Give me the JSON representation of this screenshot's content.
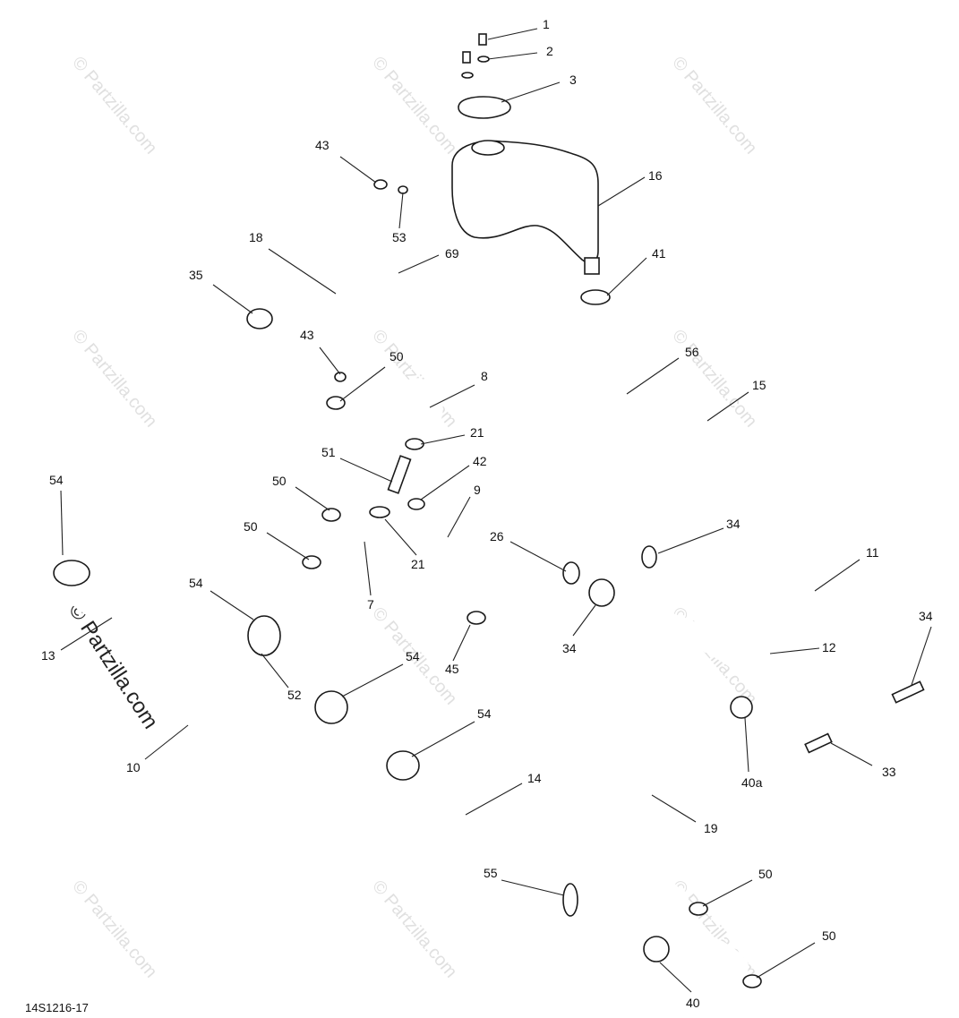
{
  "diagram_code": "14S1216-17",
  "watermark": "© Partzilla.com",
  "callouts": [
    {
      "id": "c1",
      "text": "1"
    },
    {
      "id": "c2",
      "text": "2"
    },
    {
      "id": "c3",
      "text": "3"
    },
    {
      "id": "c16",
      "text": "16"
    },
    {
      "id": "c43a",
      "text": "43"
    },
    {
      "id": "c53",
      "text": "53"
    },
    {
      "id": "c18",
      "text": "18"
    },
    {
      "id": "c69",
      "text": "69"
    },
    {
      "id": "c41",
      "text": "41"
    },
    {
      "id": "c35",
      "text": "35"
    },
    {
      "id": "c43b",
      "text": "43"
    },
    {
      "id": "c50a",
      "text": "50"
    },
    {
      "id": "c8",
      "text": "8"
    },
    {
      "id": "c56",
      "text": "56"
    },
    {
      "id": "c15",
      "text": "15"
    },
    {
      "id": "c21a",
      "text": "21"
    },
    {
      "id": "c51",
      "text": "51"
    },
    {
      "id": "c42",
      "text": "42"
    },
    {
      "id": "c50b",
      "text": "50"
    },
    {
      "id": "c9",
      "text": "9"
    },
    {
      "id": "c54a",
      "text": "54"
    },
    {
      "id": "c50c",
      "text": "50"
    },
    {
      "id": "c26",
      "text": "26"
    },
    {
      "id": "c34a",
      "text": "34"
    },
    {
      "id": "c21b",
      "text": "21"
    },
    {
      "id": "c11",
      "text": "11"
    },
    {
      "id": "c7",
      "text": "7"
    },
    {
      "id": "c54b",
      "text": "54"
    },
    {
      "id": "c34b",
      "text": "34"
    },
    {
      "id": "c34c",
      "text": "34"
    },
    {
      "id": "c12",
      "text": "12"
    },
    {
      "id": "c13",
      "text": "13"
    },
    {
      "id": "c45",
      "text": "45"
    },
    {
      "id": "c54c",
      "text": "54"
    },
    {
      "id": "c52",
      "text": "52"
    },
    {
      "id": "c54d",
      "text": "54"
    },
    {
      "id": "c10",
      "text": "10"
    },
    {
      "id": "c40a",
      "text": "40a"
    },
    {
      "id": "c33",
      "text": "33"
    },
    {
      "id": "c14",
      "text": "14"
    },
    {
      "id": "c19",
      "text": "19"
    },
    {
      "id": "c55",
      "text": "55"
    },
    {
      "id": "c50d",
      "text": "50"
    },
    {
      "id": "c50e",
      "text": "50"
    },
    {
      "id": "c40b",
      "text": "40"
    }
  ]
}
